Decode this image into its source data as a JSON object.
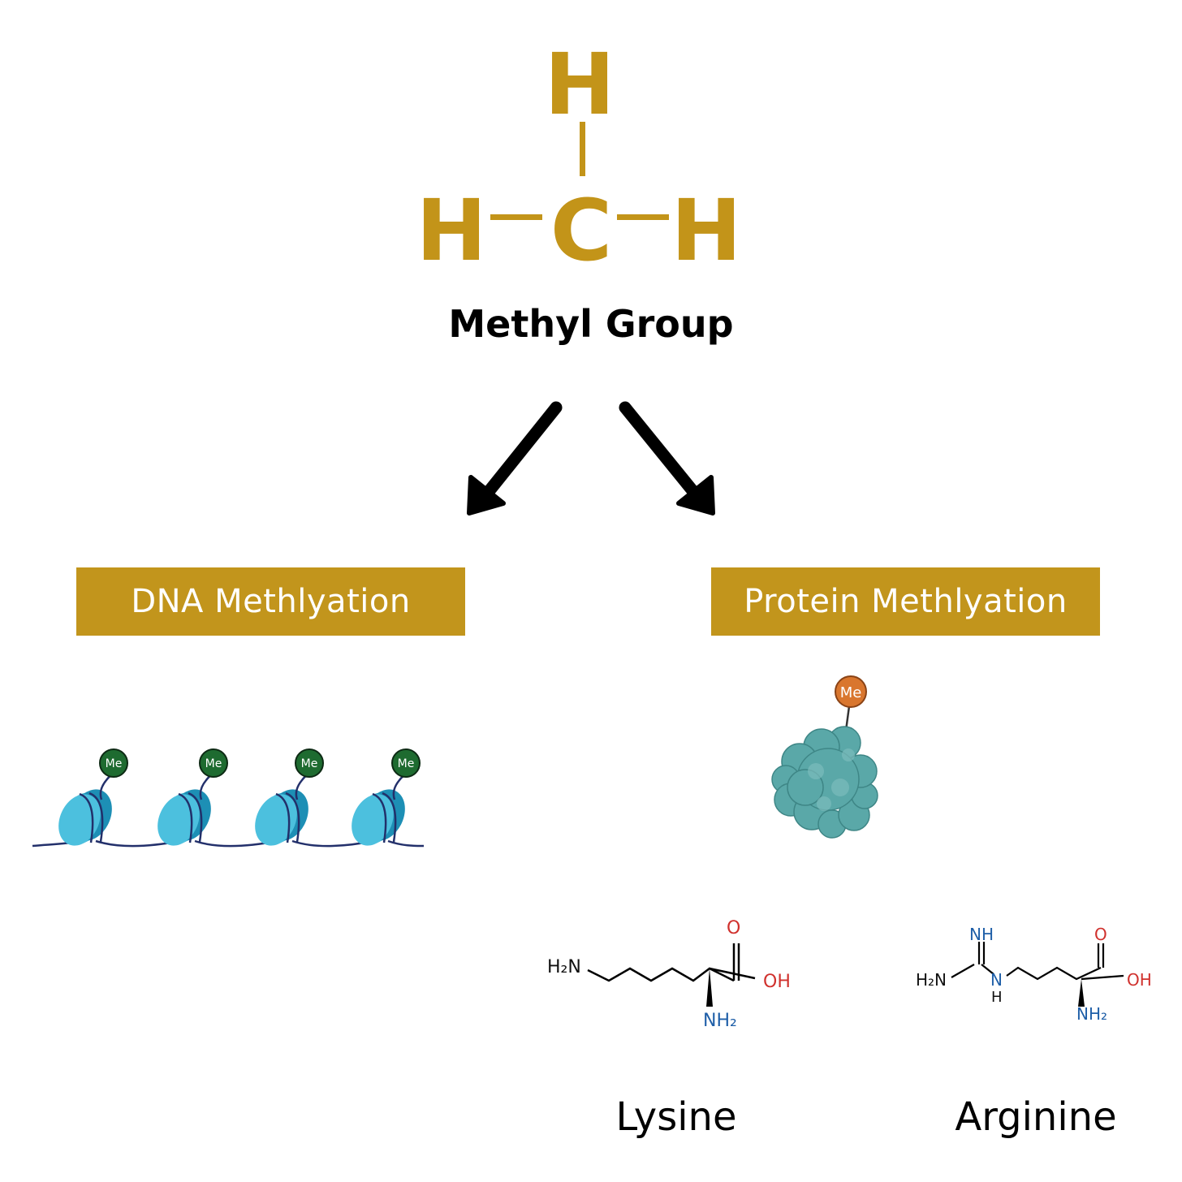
{
  "methyl": {
    "atom_top": "H",
    "atom_left": "H",
    "atom_center": "C",
    "atom_right": "H",
    "label": "Methyl Group"
  },
  "branches": {
    "dna_label": "DNA Methlyation",
    "protein_label": "Protein Methlyation"
  },
  "markers": {
    "dna_me": [
      "Me",
      "Me",
      "Me",
      "Me"
    ],
    "protein_me": "Me"
  },
  "lysine": {
    "h2n": "H₂N",
    "o": "O",
    "oh": "OH",
    "nh2": "NH₂",
    "name": "Lysine"
  },
  "arginine": {
    "nh": "NH",
    "h2n": "H₂N",
    "n": "N",
    "h": "H",
    "o": "O",
    "oh": "OH",
    "nh2": "NH₂",
    "name": "Arginine"
  },
  "colors": {
    "gold": "#c2951c",
    "me_dna": "#1e6b30",
    "me_protein": "#d9762e",
    "nucleosome": "#3fb4d4",
    "dna_strand": "#23306b",
    "protein": "#5aa8a8",
    "nitrogen": "#1f5fa8",
    "oxygen": "#d0312d"
  }
}
